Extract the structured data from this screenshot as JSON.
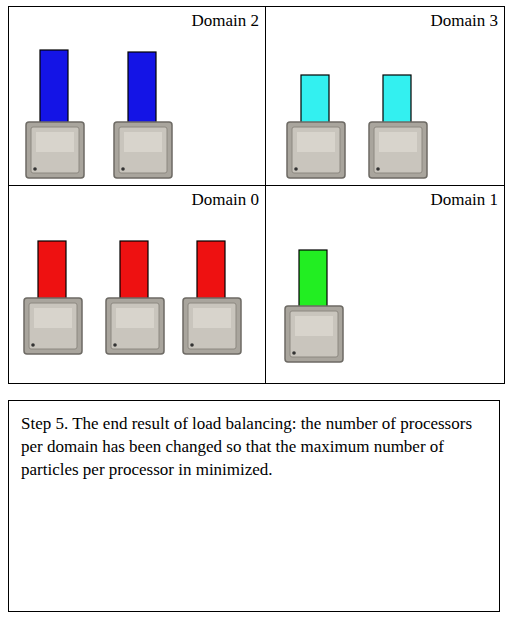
{
  "diagram": {
    "nodes": [
      {
        "text": [
          "Domain 2"
        ]
      },
      {
        "text": [
          "Domain 3"
        ]
      },
      {
        "text": [
          "Domain 0"
        ]
      },
      {
        "text": [
          "Domain 1"
        ]
      },
      {
        "text": [
          "Step 5. The end result of load balancing: the number of processors per domain has been changed so that the maximum number of particles per processor in minimized."
        ]
      }
    ]
  }
}
